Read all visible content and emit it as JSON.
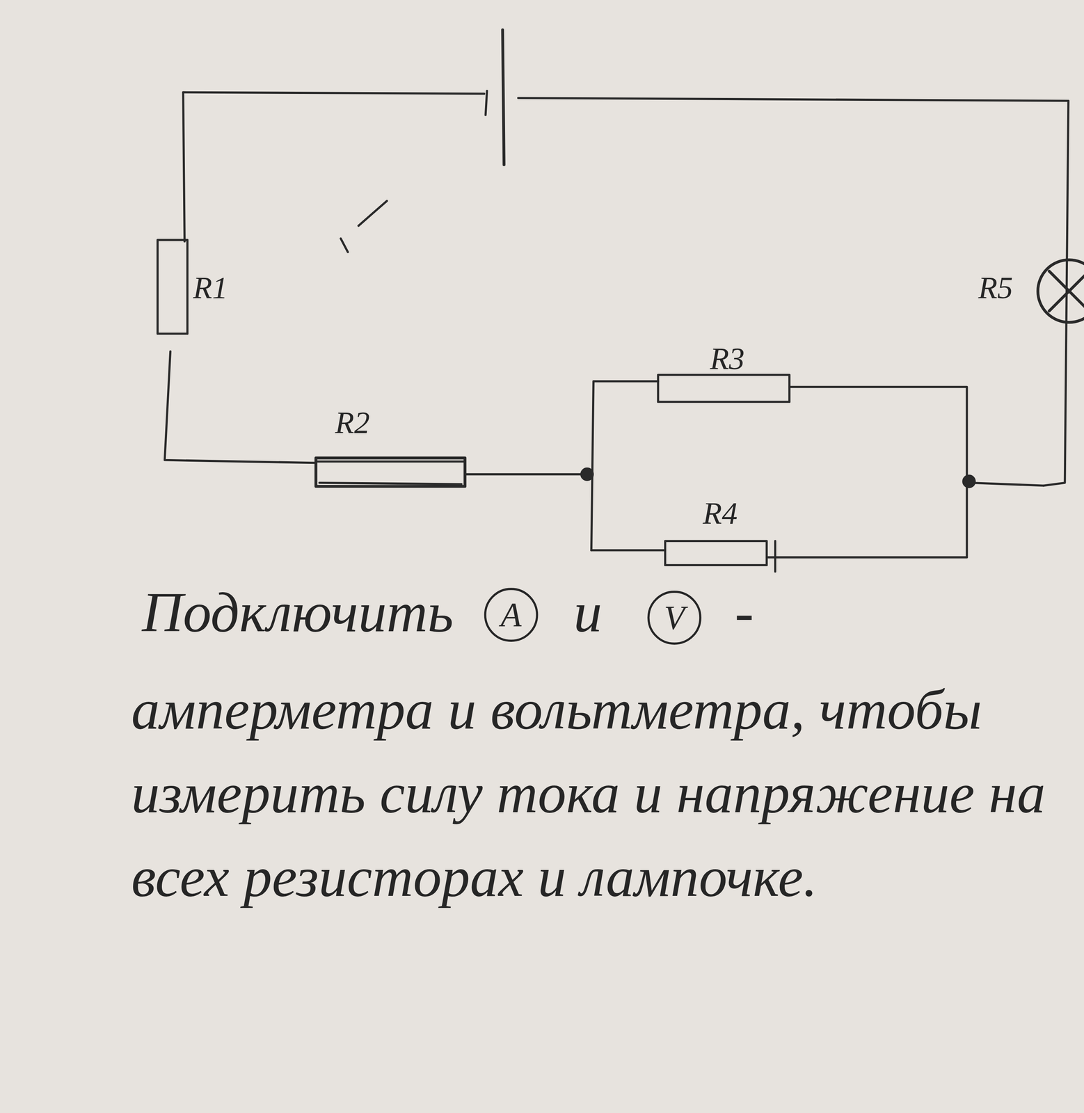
{
  "diagram": {
    "nodes": [
      {
        "text": [
          "A"
        ]
      },
      {
        "text": [
          "V"
        ]
      }
    ],
    "labels": [
      "R1",
      "R2",
      "R3",
      "R4",
      "R5",
      "Подключить",
      "и",
      "-",
      "амперметра и вольтметра, чтобы измерить силу тока и напряжение на всех резисторах и лампочке."
    ]
  }
}
